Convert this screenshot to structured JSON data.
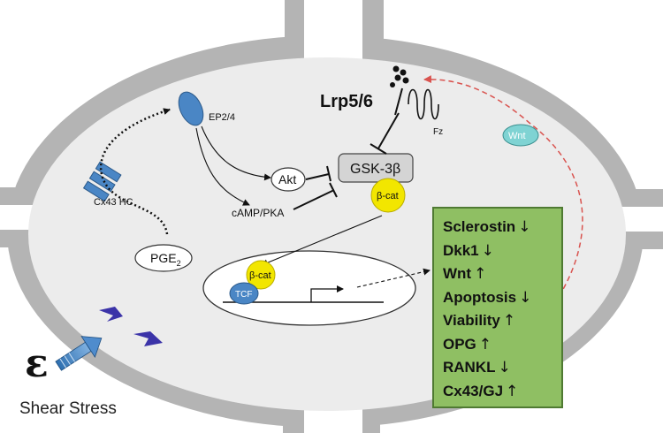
{
  "labels": {
    "lrp": "Lrp5/6",
    "fz": "Fz",
    "wnt_ligand": "Wnt",
    "ep": "EP2/4",
    "cx43hc": "Cx43 HC",
    "akt": "Akt",
    "gsk": "GSK-3β",
    "beta_cat": "β-cat",
    "camp": "cAMP/PKA",
    "pge_main": "PGE",
    "pge_sub": "2",
    "tcf": "TCF",
    "strain_symbol": "ε",
    "shear_stress": "Shear Stress"
  },
  "effects": [
    {
      "name": "Sclerostin",
      "dir": "↓"
    },
    {
      "name": "Dkk1",
      "dir": "↓"
    },
    {
      "name": "Wnt",
      "dir": "↑"
    },
    {
      "name": "Apoptosis",
      "dir": "↓"
    },
    {
      "name": "Viability",
      "dir": "↑"
    },
    {
      "name": "OPG",
      "dir": "↑"
    },
    {
      "name": "RANKL",
      "dir": "↓"
    },
    {
      "name": "Cx43/GJ",
      "dir": "↑"
    }
  ],
  "colors": {
    "membrane": "#b4b4b4",
    "receptor_blue": "#4a86c5",
    "beta_cat_yellow": "#f2e600",
    "effects_green": "#8fbf63",
    "wnt_cyan": "#7fd3d3",
    "flow_arrow_purple": "#3b33a8",
    "feedback_red": "#d9534f"
  }
}
